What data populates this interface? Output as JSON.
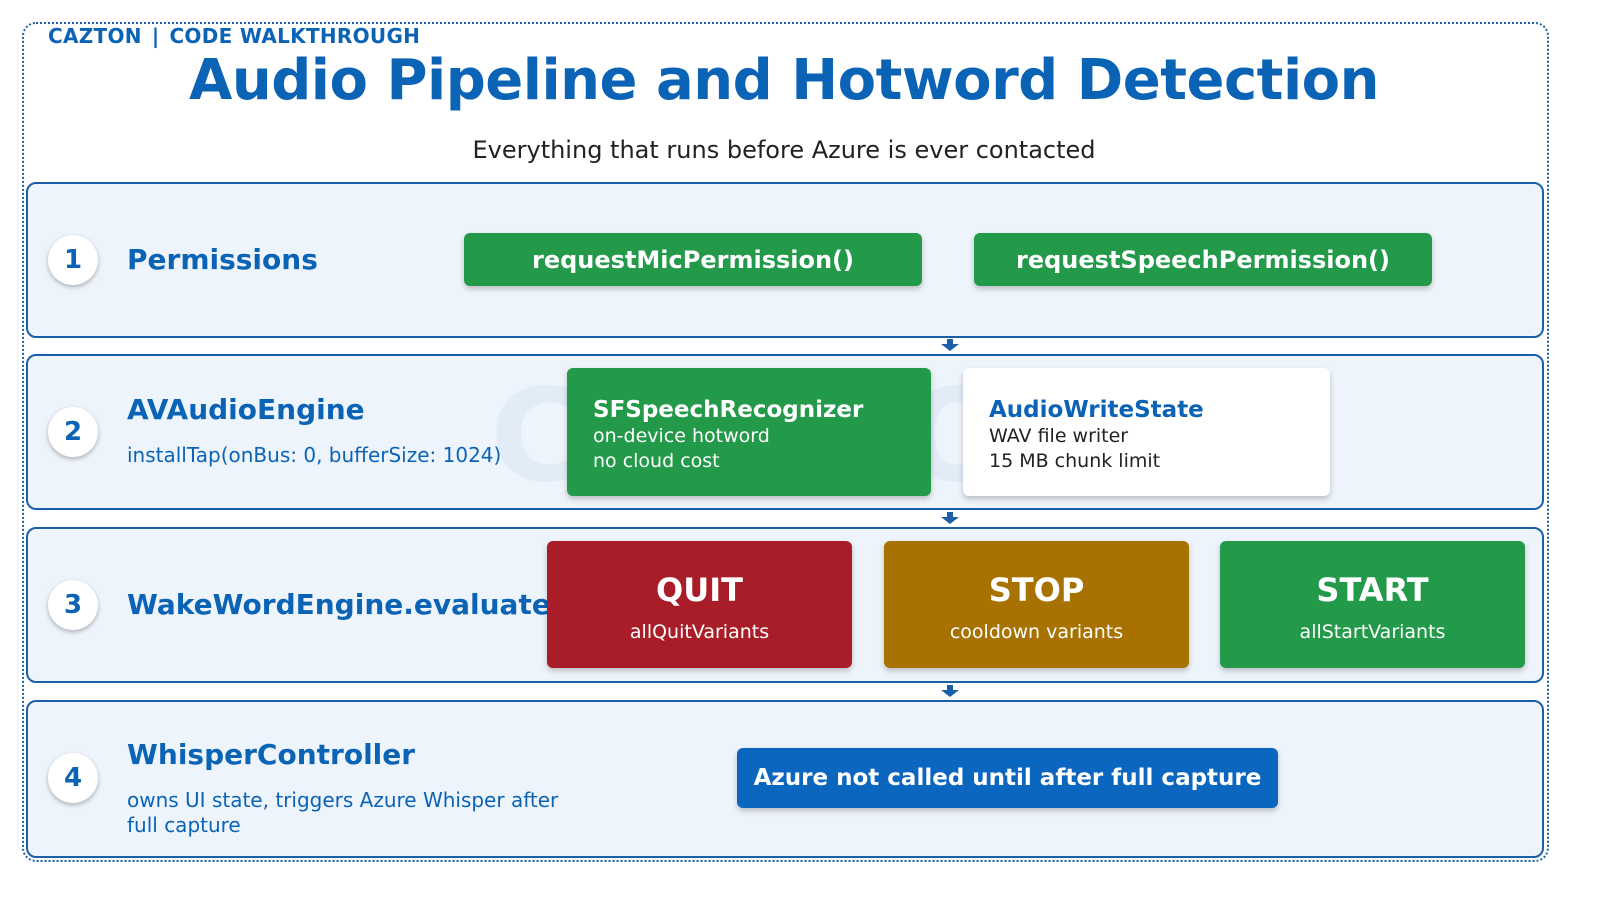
{
  "header": {
    "brand": "CAZTON",
    "separator": "|",
    "section": "CODE WALKTHROUGH",
    "title": "Audio Pipeline and Hotword Detection",
    "subtitle": "Everything that runs before Azure is ever contacted"
  },
  "watermark": "CAZTON",
  "steps": [
    {
      "number": "1",
      "title": "Permissions",
      "buttons": [
        "requestMicPermission()",
        "requestSpeechPermission()"
      ]
    },
    {
      "number": "2",
      "title": "AVAudioEngine",
      "desc": "installTap(onBus: 0, bufferSize: 1024)",
      "cards": [
        {
          "title": "SFSpeechRecognizer",
          "lines": [
            "on-device hotword",
            "no cloud cost"
          ]
        },
        {
          "title": "AudioWriteState",
          "lines": [
            "WAV file writer",
            "15 MB chunk limit"
          ]
        }
      ]
    },
    {
      "number": "3",
      "title": "WakeWordEngine.evaluate()",
      "outcomes": [
        {
          "label": "QUIT",
          "sub": "allQuitVariants"
        },
        {
          "label": "STOP",
          "sub": "cooldown variants"
        },
        {
          "label": "START",
          "sub": "allStartVariants"
        }
      ]
    },
    {
      "number": "4",
      "title": "WhisperController",
      "desc_lines": [
        "owns UI state, triggers Azure Whisper after",
        "full capture"
      ],
      "note": "Azure not called until after full capture"
    }
  ],
  "colors": {
    "primary_blue": "#0b63b6",
    "green": "#23994a",
    "red": "#a81d27",
    "amber": "#a87200",
    "row_fill": "#eef4fb"
  }
}
